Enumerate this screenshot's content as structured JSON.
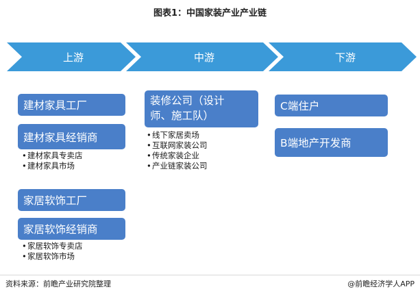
{
  "title": "图表1：中国家装产业产业链",
  "stages": [
    {
      "label": "上游"
    },
    {
      "label": "中游"
    },
    {
      "label": "下游"
    }
  ],
  "upstream": {
    "boxes": [
      "建材家具工厂",
      "建材家具经销商",
      "家居软饰工厂",
      "家居软饰经销商"
    ],
    "building_dealer_items": [
      "建材家具专卖店",
      "建材家具市场"
    ],
    "soft_dealer_items": [
      "家居软饰专卖店",
      "家居软饰市场"
    ]
  },
  "midstream": {
    "box_line1": "装修公司（设计",
    "box_line2": "师、施工队）",
    "items": [
      "线下家居卖场",
      "互联网家装公司",
      "传统家装企业",
      "产业链家装公司"
    ]
  },
  "downstream": {
    "boxes": [
      "C端住户",
      "B端地产开发商"
    ]
  },
  "bullet_symbol": "•",
  "footer": {
    "source": "资料来源：前瞻产业研究院整理",
    "brand": "@前瞻经济学人APP"
  },
  "colors": {
    "chevron": "#3b9ad9",
    "box": "#4a7fc9"
  }
}
